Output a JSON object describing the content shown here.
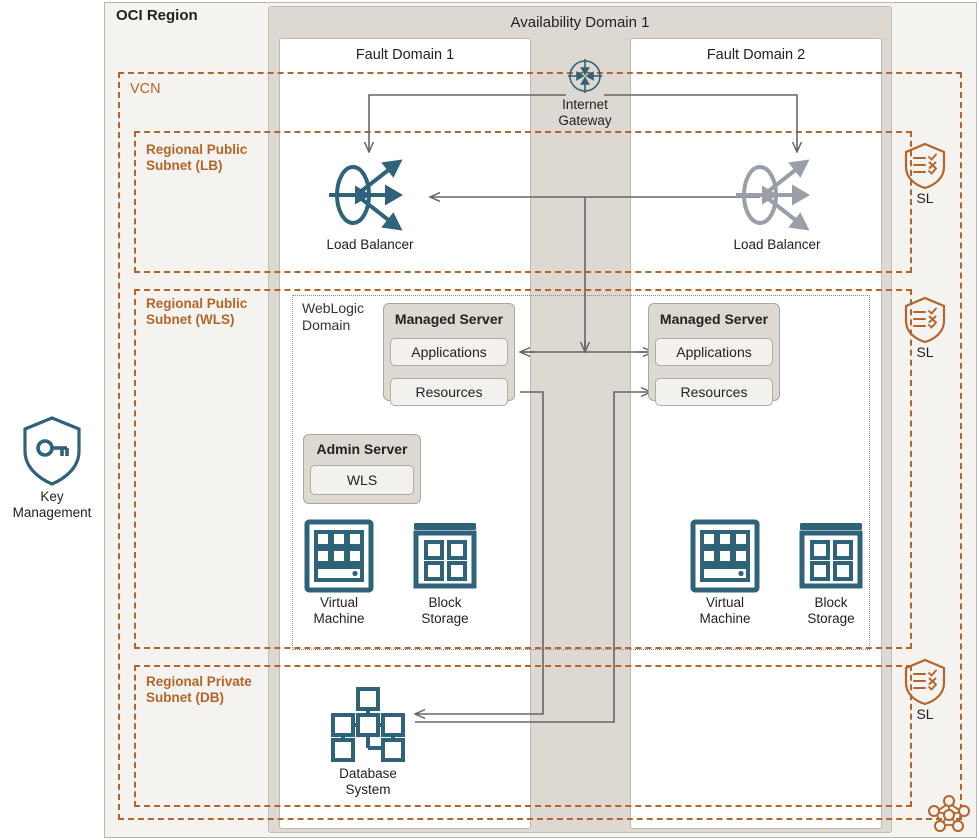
{
  "diagram": {
    "title": "OCI Region",
    "colors": {
      "teal": "#2f6379",
      "gray_icon": "#9a9ea8",
      "orange": "#b5652a",
      "line": "#666666",
      "region_bg": "#f4f3ef",
      "ad_bg": "#ddd9d2",
      "fd_bg": "#ffffff",
      "box_bg": "#ddd9d2",
      "inner_bg": "#f2f1ee"
    }
  },
  "region": {
    "label": "OCI Region"
  },
  "availability_domain": {
    "label": "Availability Domain 1"
  },
  "fault_domains": [
    {
      "label": "Fault Domain 1"
    },
    {
      "label": "Fault Domain 2"
    }
  ],
  "vcn": {
    "label": "VCN"
  },
  "subnets": [
    {
      "id": "lb",
      "label": "Regional Public\nSubnet (LB)"
    },
    {
      "id": "wls",
      "label": "Regional Public\nSubnet (WLS)"
    },
    {
      "id": "db",
      "label": "Regional Private\nSubnet (DB)"
    }
  ],
  "gateway": {
    "label": "Internet\nGateway",
    "icon": "internet-gateway-icon"
  },
  "load_balancers": [
    {
      "label": "Load Balancer",
      "state": "active",
      "icon": "load-balancer-icon"
    },
    {
      "label": "Load Balancer",
      "state": "standby",
      "icon": "load-balancer-icon"
    }
  ],
  "weblogic_domain": {
    "label": "WebLogic\nDomain"
  },
  "managed_servers": [
    {
      "title": "Managed Server",
      "items": [
        "Applications",
        "Resources"
      ]
    },
    {
      "title": "Managed Server",
      "items": [
        "Applications",
        "Resources"
      ]
    }
  ],
  "admin_server": {
    "title": "Admin Server",
    "item": "WLS"
  },
  "compute": [
    {
      "label": "Virtual\nMachine",
      "icon": "virtual-machine-icon"
    },
    {
      "label": "Block\nStorage",
      "icon": "block-storage-icon"
    },
    {
      "label": "Virtual\nMachine",
      "icon": "virtual-machine-icon"
    },
    {
      "label": "Block\nStorage",
      "icon": "block-storage-icon"
    }
  ],
  "database": {
    "label": "Database\nSystem",
    "icon": "database-system-icon"
  },
  "key_management": {
    "label": "Key\nManagement",
    "icon": "key-shield-icon"
  },
  "security_lists": [
    {
      "label": "SL",
      "icon": "security-list-shield-icon"
    },
    {
      "label": "SL",
      "icon": "security-list-shield-icon"
    },
    {
      "label": "SL",
      "icon": "security-list-shield-icon"
    }
  ],
  "service_gateway_mesh": {
    "icon": "network-mesh-icon"
  }
}
